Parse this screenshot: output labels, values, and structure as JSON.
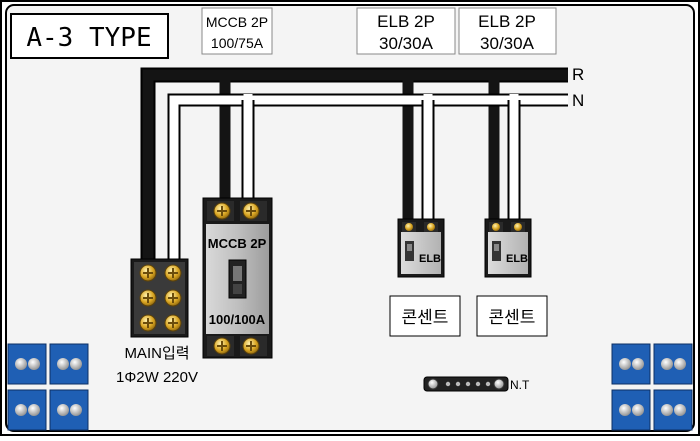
{
  "title": "A-3 TYPE",
  "labels": {
    "mccb_top_line1": "MCCB 2P",
    "mccb_top_line2": "100/75A",
    "elb1_top_line1": "ELB 2P",
    "elb1_top_line2": "30/30A",
    "elb2_top_line1": "ELB 2P",
    "elb2_top_line2": "30/30A",
    "bus_r": "R",
    "bus_n": "N",
    "breaker_line1": "MCCB 2P",
    "breaker_line2": "100/100A",
    "elb1_device": "ELB",
    "elb2_device": "ELB",
    "outlet1": "콘센트",
    "outlet2": "콘센트",
    "main_line1": "MAIN입력",
    "main_line2": "1Φ2W 220V",
    "neutral_terminal": "N.T"
  },
  "colors": {
    "frame_bg": "#f4f4f4",
    "r_bus": "#111111",
    "n_bus": "#ffffff",
    "corner_terminal": "#1f5fb4",
    "screw_gold": "#d9a521",
    "breaker_body": "#b7b7b7"
  }
}
